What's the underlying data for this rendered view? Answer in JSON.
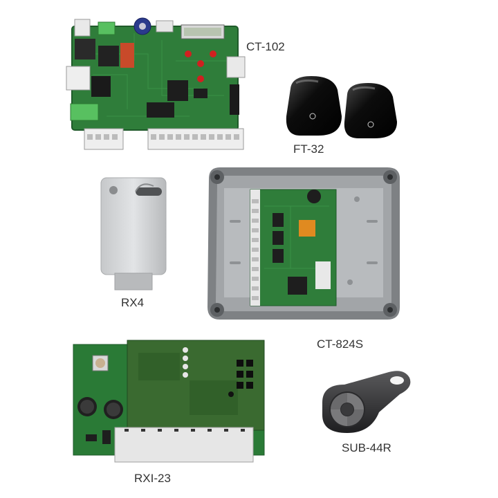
{
  "products": {
    "ct102": {
      "label": "CT-102"
    },
    "ft32": {
      "label": "FT-32"
    },
    "rx4": {
      "label": "RX4"
    },
    "ct824s": {
      "label": "CT-824S"
    },
    "rxi23": {
      "label": "RXI-23"
    },
    "sub44r": {
      "label": "SUB-44R"
    }
  },
  "colors": {
    "pcb_green": "#2f7d3a",
    "pcb_dark": "#1f5a2a",
    "terminal_white": "#eeeeee",
    "housing_grey": "#8c8f92",
    "receiver_grey": "#d6d8da",
    "photocell_black": "#101010",
    "remote_dark": "#2e2e30"
  }
}
